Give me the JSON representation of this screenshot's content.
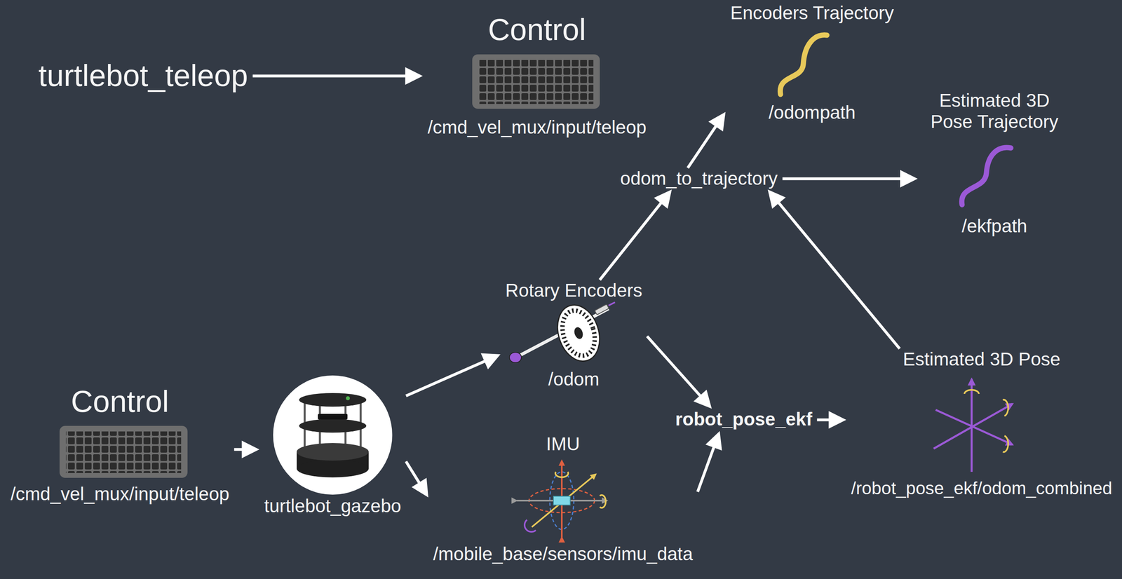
{
  "diagram": {
    "nodes": [
      {
        "text": [
          "turtlebot_teleop"
        ]
      },
      {
        "text": [
          "Control",
          "/cmd_vel_mux/input/teleop"
        ]
      },
      {
        "text": [
          "Encoders Trajectory",
          "/odompath"
        ]
      },
      {
        "text": [
          "odom_to_trajectory"
        ]
      },
      {
        "text": [
          "Estimated 3D Pose Trajectory",
          "/ekfpath"
        ]
      },
      {
        "text": [
          "Rotary Encoders",
          "/odom"
        ]
      },
      {
        "text": [
          "Estimated 3D Pose",
          "/robot_pose_ekf/odom_combined"
        ]
      },
      {
        "text": [
          "Control",
          "/cmd_vel_mux/input/teleop"
        ]
      },
      {
        "text": [
          "turtlebot_gazebo"
        ]
      },
      {
        "text": [
          "robot_pose_ekf"
        ]
      },
      {
        "text": [
          "IMU",
          "/mobile_base/sensors/imu_data"
        ]
      }
    ],
    "edges": [
      {
        "from": 0,
        "to": 1,
        "arrow": "to"
      },
      {
        "from": 7,
        "to": 8,
        "arrow": "to"
      },
      {
        "from": 8,
        "to": 5,
        "arrow": "to"
      },
      {
        "from": 8,
        "to": 10,
        "arrow": "to"
      },
      {
        "from": 5,
        "to": 9,
        "arrow": "to"
      },
      {
        "from": 10,
        "to": 9,
        "arrow": "to"
      },
      {
        "from": 9,
        "to": 6,
        "arrow": "to"
      },
      {
        "from": 6,
        "to": 3,
        "arrow": "to"
      },
      {
        "from": 5,
        "to": 3,
        "arrow": "to"
      },
      {
        "from": 3,
        "to": 2,
        "arrow": "to"
      },
      {
        "from": 3,
        "to": 4,
        "arrow": "to"
      }
    ]
  }
}
